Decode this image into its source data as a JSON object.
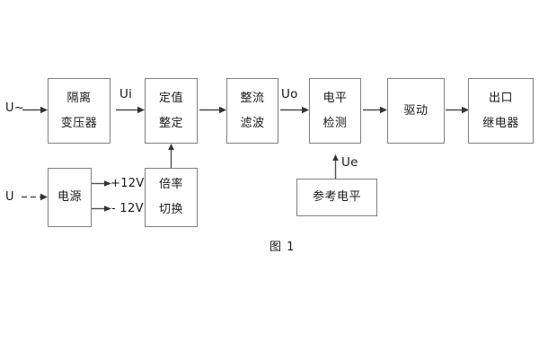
{
  "figure": {
    "caption": "图 1",
    "line_color": "#808080",
    "text_color": "#1a1a1a",
    "background": "#ffffff"
  },
  "blocks": [
    {
      "id": "isolation-transformer",
      "lines": [
        "隔离",
        "变压器"
      ]
    },
    {
      "id": "setting-value",
      "lines": [
        "定值",
        "整定"
      ]
    },
    {
      "id": "rectifier-filter",
      "lines": [
        "整流",
        "滤波"
      ]
    },
    {
      "id": "level-detection",
      "lines": [
        "电平",
        "检测"
      ]
    },
    {
      "id": "drive",
      "lines": [
        "驱动"
      ]
    },
    {
      "id": "output-relay",
      "lines": [
        "出口",
        "继电器"
      ]
    },
    {
      "id": "power-supply",
      "lines": [
        "电源"
      ]
    },
    {
      "id": "multiplier-switch",
      "lines": [
        "倍率",
        "切换"
      ]
    },
    {
      "id": "reference-level",
      "lines": [
        "参考电平"
      ]
    }
  ],
  "labels": {
    "input_ac": "U~",
    "input_dc": "U",
    "signal_ui": "Ui",
    "signal_uo": "Uo",
    "signal_ue": "Ue",
    "supply_pos": "+12V",
    "supply_neg": "- 12V"
  }
}
